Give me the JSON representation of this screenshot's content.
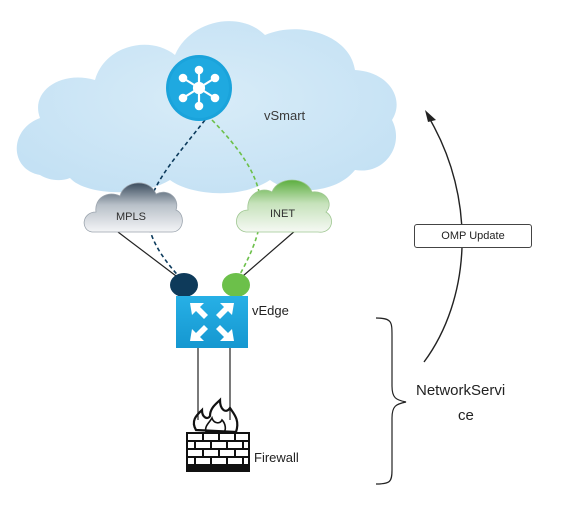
{
  "nodes": {
    "vsmart": "vSmart",
    "mpls": "MPLS",
    "inet": "INET",
    "vedge": "vEdge",
    "firewall": "Firewall"
  },
  "annotations": {
    "omp_update": "OMP Update",
    "network_service_line1": "NetworkServi",
    "network_service_line2": "ce"
  },
  "colors": {
    "cloud_sky": "#cfe6f5",
    "vsmart_icon": "#1aa3db",
    "vedge_icon": "#1ba6de",
    "mpls_tunnel": "#0b3a5c",
    "inet_tunnel": "#6cc04a",
    "mpls_cloud": "#4a5b6d",
    "inet_cloud": "#5fb244"
  }
}
